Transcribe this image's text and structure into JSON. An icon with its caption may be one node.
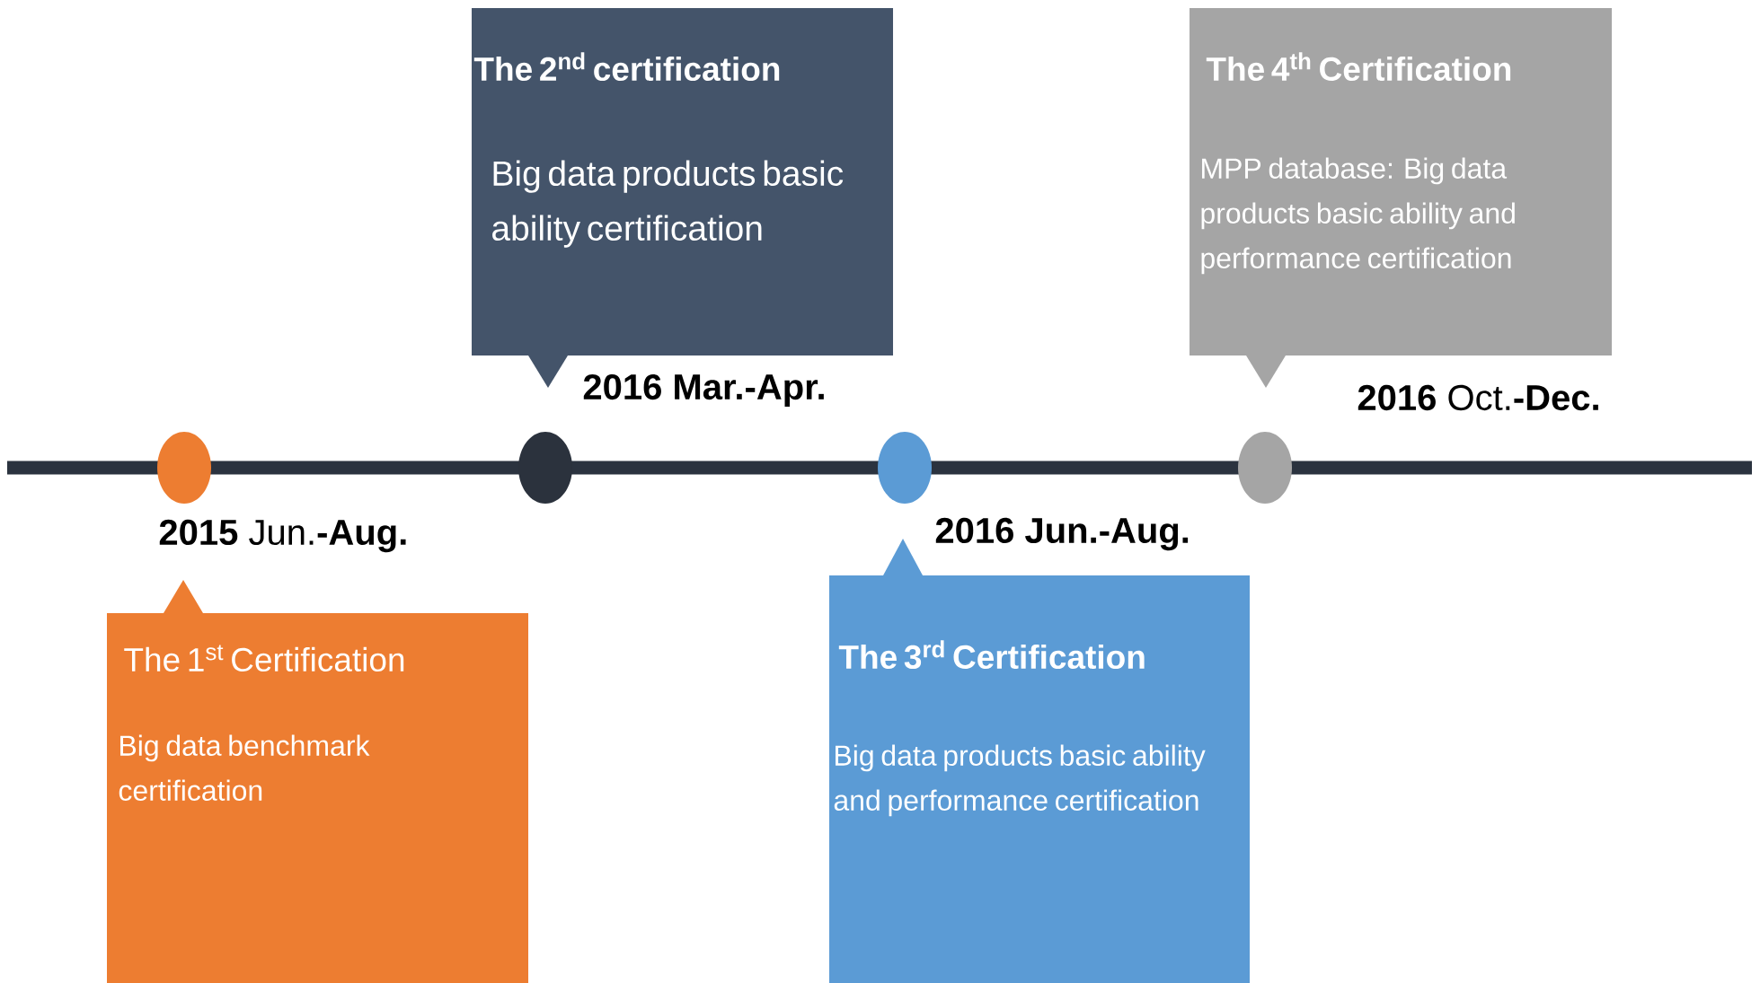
{
  "diagram": {
    "nodes": [
      {
        "text": [
          "The 1$^{st}$ Certification",
          "Big data benchmark certification"
        ]
      },
      {
        "text": [
          "The 2$^{nd}$ certification",
          "Big data products basic ability certification"
        ]
      },
      {
        "text": [
          "The 3$^{rd}$ Certification",
          "Big data products basic ability and performance certification"
        ]
      },
      {
        "text": [
          "The 4$^{th}$ Certification",
          "MPP database: Big data products basic ability and performance certification"
        ]
      },
      {
        "text": [],
        "shape": "circle"
      },
      {
        "text": [],
        "shape": "circle"
      },
      {
        "text": [],
        "shape": "circle"
      },
      {
        "text": [],
        "shape": "circle"
      }
    ],
    "labels": [
      "2016 Mar.-Apr.",
      "**2016** Oct.**-Dec.**",
      "**2015** Jun.**-Aug.**",
      "2016 Jun.-Aug."
    ]
  }
}
